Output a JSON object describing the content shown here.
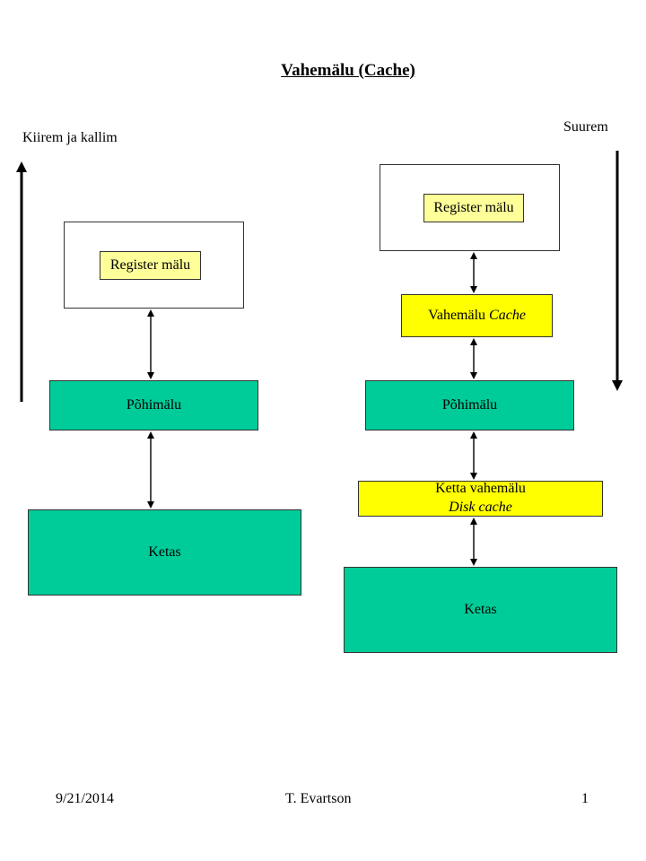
{
  "title": "Vahemälu (Cache)",
  "left_axis_label": "Kiirem ja kallim",
  "right_axis_label": "Suurem",
  "left_column": {
    "register_label": "Register mälu",
    "main_memory_label": "Põhimälu",
    "disk_label": "Ketas"
  },
  "right_column": {
    "register_label": "Register mälu",
    "cache_label": "Vahemälu",
    "cache_label_italic": "Cache",
    "main_memory_label": "Põhimälu",
    "disk_cache_label": "Ketta vahemälu",
    "disk_cache_label_italic": "Disk cache",
    "disk_label": "Ketas"
  },
  "footer": {
    "date": "9/21/2014",
    "author": "T. Evartson",
    "page_number": "1"
  },
  "colors": {
    "green": "#00cc99",
    "yellow": "#ffff00",
    "light_yellow": "#ffff99"
  }
}
